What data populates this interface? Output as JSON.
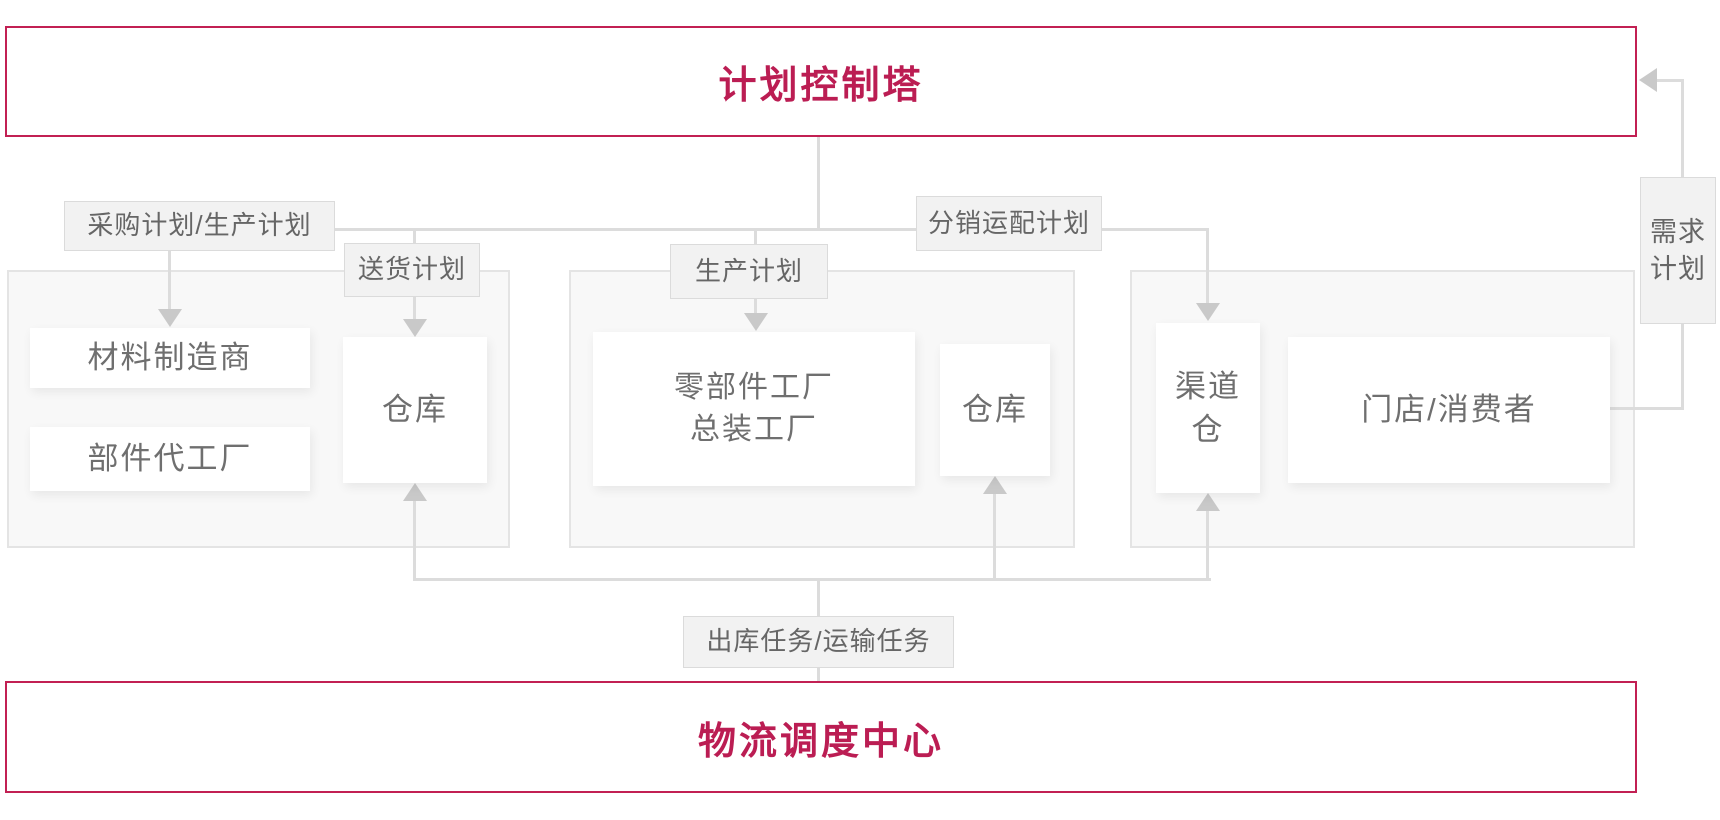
{
  "palette": {
    "accent": "#BB1D53",
    "accent_border": "#C22053",
    "line": "#DCDCDC",
    "arrow": "#C9C9C9",
    "label_bg": "#F2F2F2",
    "label_border": "#DBDBDB",
    "group_bg": "#F8F8F8",
    "group_border": "#E4E4E4",
    "node_bg": "#FFFFFF",
    "node_text": "#6F6F6F",
    "label_text": "#666666"
  },
  "control_tower": {
    "title": "计划控制塔"
  },
  "logistics_center": {
    "title": "物流调度中心"
  },
  "plan_labels": {
    "procurement_production": "采购计划/生产计划",
    "delivery": "送货计划",
    "production": "生产计划",
    "distribution": "分销运配计划",
    "demand_line1": "需求",
    "demand_line2": "计划",
    "outbound_transport": "出库任务/运输任务"
  },
  "nodes": {
    "material_manufacturer": "材料制造商",
    "component_oem": "部件代工厂",
    "warehouse_left": "仓库",
    "parts_factory_line1": "零部件工厂",
    "parts_factory_line2": "总装工厂",
    "warehouse_mid": "仓库",
    "channel_warehouse_line1": "渠道",
    "channel_warehouse_line2": "仓",
    "stores_consumers": "门店/消费者"
  }
}
